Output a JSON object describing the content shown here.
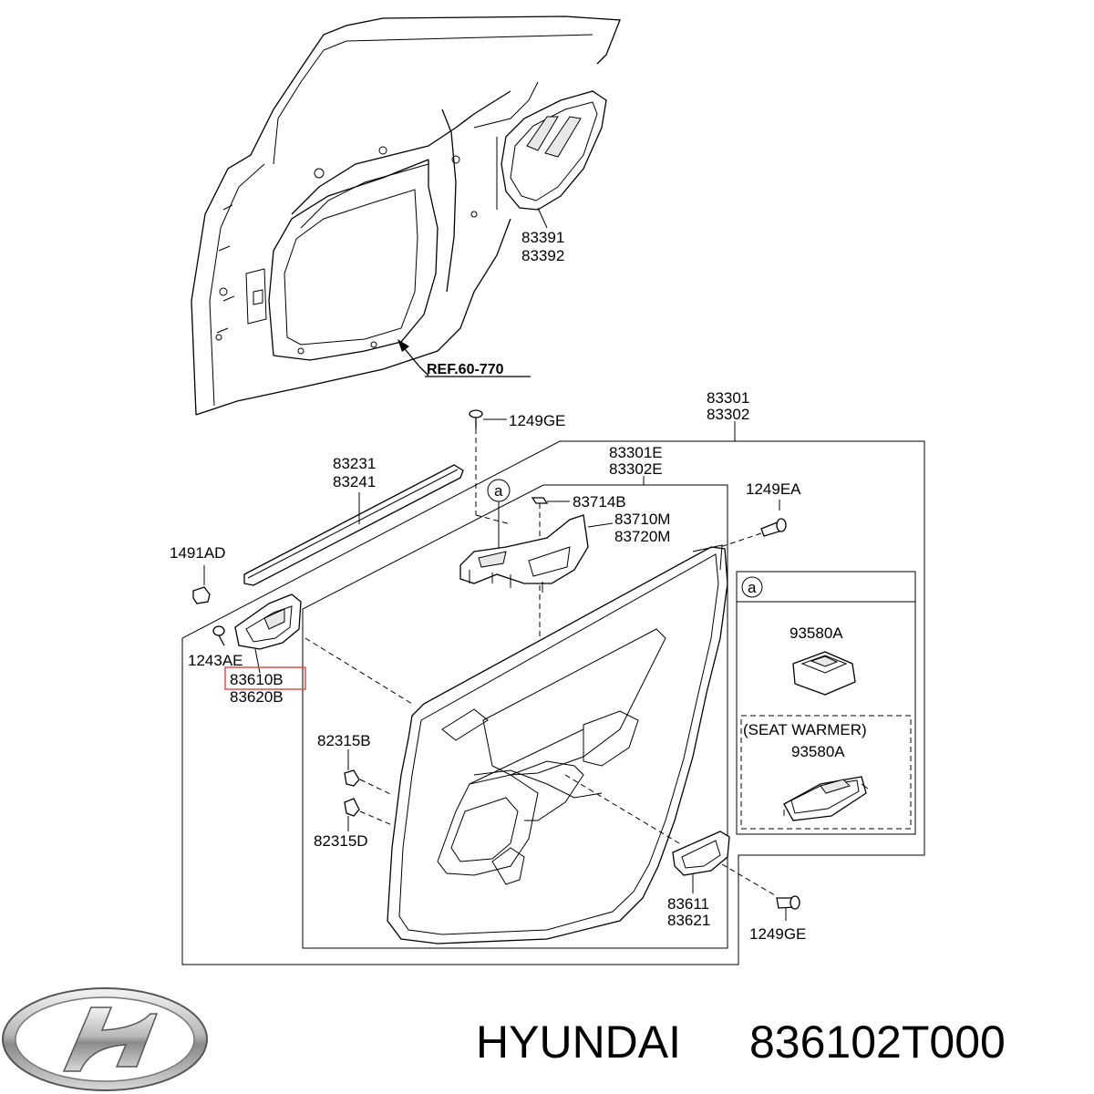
{
  "labels": {
    "p83391": "83391",
    "p83392": "83392",
    "ref": "REF.60-770",
    "p83301": "83301",
    "p83302": "83302",
    "p1249ge_top": "1249GE",
    "p83231": "83231",
    "p83241": "83241",
    "p83301e": "83301E",
    "p83302e": "83302E",
    "callout_a": "a",
    "p83714b": "83714B",
    "p83710m": "83710M",
    "p83720m": "83720M",
    "p1249ea": "1249EA",
    "p1491ad": "1491AD",
    "p1243ae": "1243AE",
    "p83610b": "83610B",
    "p83620b": "83620B",
    "p82315b": "82315B",
    "p82315d": "82315D",
    "p83611": "83611",
    "p83621": "83621",
    "p1249ge_bottom": "1249GE",
    "inset_a": "a",
    "p93580a": "93580A",
    "seat_warmer": "(SEAT WARMER)",
    "p93580a_2": "93580A"
  },
  "highlight": {
    "part": "83610B",
    "color": "#d9534f"
  },
  "caption": {
    "brand": "HYUNDAI",
    "part_number": "836102T000"
  },
  "logo": {
    "icon": "hyundai-logo-icon"
  }
}
